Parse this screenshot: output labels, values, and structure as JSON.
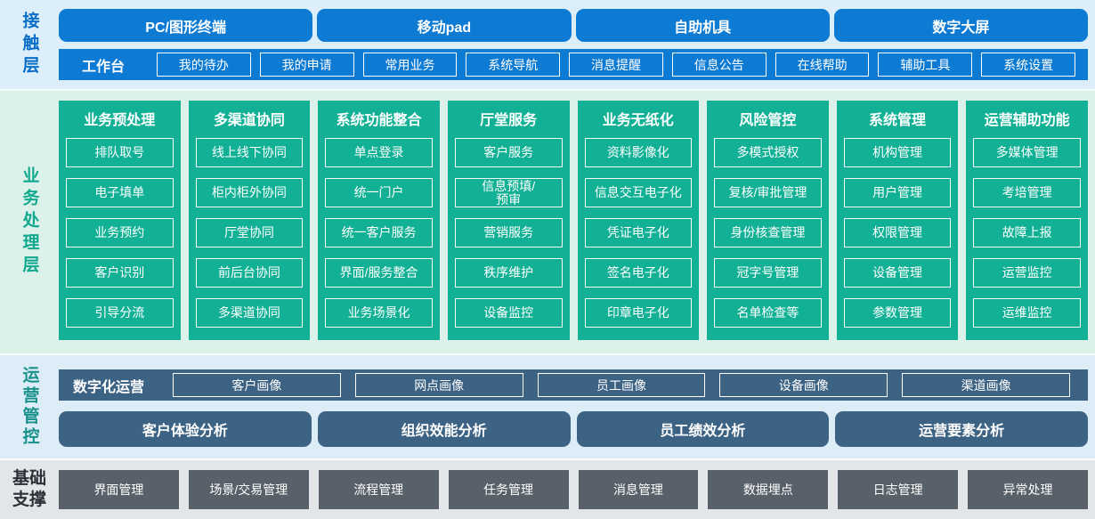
{
  "colors": {
    "contact_blue": "#0d7ad3",
    "business_green": "#12b195",
    "operations_slate_blue": "#3d6384",
    "foundation_gray": "#58616a",
    "contact_band_bg": "#dceefa",
    "business_band_bg": "#ddf1eb",
    "operations_band_bg": "#dcedf8",
    "foundation_band_bg": "#e3e6e8"
  },
  "layers": {
    "contact": {
      "label": "接触层",
      "terminals": [
        "PC/图形终端",
        "移动pad",
        "自助机具",
        "数字大屏"
      ],
      "workbench": {
        "label": "工作台",
        "items": [
          "我的待办",
          "我的申请",
          "常用业务",
          "系统导航",
          "消息提醒",
          "信息公告",
          "在线帮助",
          "辅助工具",
          "系统设置"
        ]
      }
    },
    "business": {
      "label": "业务处理层",
      "columns": [
        {
          "title": "业务预处理",
          "items": [
            "排队取号",
            "电子填单",
            "业务预约",
            "客户识别",
            "引导分流"
          ]
        },
        {
          "title": "多渠道协同",
          "items": [
            "线上线下协同",
            "柜内柜外协同",
            "厅堂协同",
            "前后台协同",
            "多渠道协同"
          ]
        },
        {
          "title": "系统功能整合",
          "items": [
            "单点登录",
            "统一门户",
            "统一客户服务",
            "界面/服务整合",
            "业务场景化"
          ]
        },
        {
          "title": "厅堂服务",
          "items": [
            "客户服务",
            "信息预填/\n预审",
            "营销服务",
            "秩序维护",
            "设备监控"
          ]
        },
        {
          "title": "业务无纸化",
          "items": [
            "资料影像化",
            "信息交互电子化",
            "凭证电子化",
            "签名电子化",
            "印章电子化"
          ]
        },
        {
          "title": "风险管控",
          "items": [
            "多模式授权",
            "复核/审批管理",
            "身份核查管理",
            "冠字号管理",
            "名单检查等"
          ]
        },
        {
          "title": "系统管理",
          "items": [
            "机构管理",
            "用户管理",
            "权限管理",
            "设备管理",
            "参数管理"
          ]
        },
        {
          "title": "运营辅助功能",
          "items": [
            "多媒体管理",
            "考培管理",
            "故障上报",
            "运营监控",
            "运维监控"
          ]
        }
      ]
    },
    "operations": {
      "label": "运营管控",
      "digital": {
        "label": "数字化运营",
        "items": [
          "客户画像",
          "网点画像",
          "员工画像",
          "设备画像",
          "渠道画像"
        ]
      },
      "analysis": [
        "客户体验分析",
        "组织效能分析",
        "员工绩效分析",
        "运营要素分析"
      ]
    },
    "foundation": {
      "label": "基础支撑",
      "items": [
        "界面管理",
        "场景/交易管理",
        "流程管理",
        "任务管理",
        "消息管理",
        "数据埋点",
        "日志管理",
        "异常处理"
      ]
    }
  }
}
